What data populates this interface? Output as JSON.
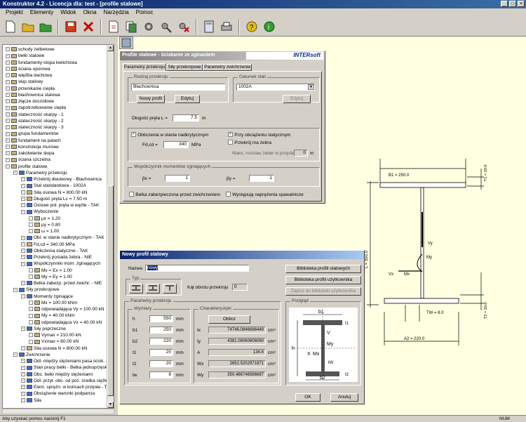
{
  "app": {
    "title": "Konstruktor 4.2 - Licencja dla: test - [profile stalowe]"
  },
  "menu": [
    "Projekt",
    "Elementy",
    "Widok",
    "Okna",
    "Narzędzia",
    "Pomoc"
  ],
  "toolbar_icons": [
    "new-icon",
    "open-icon",
    "open-folder-icon",
    "save-icon",
    "delete-icon",
    "export-icon",
    "copy-icon",
    "settings-icon",
    "tools-icon",
    "delete-tools-icon",
    "calculator-icon",
    "print-icon",
    "help-icon",
    "info-icon"
  ],
  "status": {
    "hint": "Aby uzyskać pomoc naciśnij F1",
    "num": "NUM"
  },
  "tree": [
    {
      "t": "schody żelbetowe",
      "d": 0
    },
    {
      "t": "belki stalowe",
      "d": 0
    },
    {
      "t": "fundamenty-stopa kielichowa",
      "d": 0
    },
    {
      "t": "ściana oporowa",
      "d": 0
    },
    {
      "t": "więźba dachowa",
      "d": 0
    },
    {
      "t": "słup stalowy",
      "d": 0
    },
    {
      "t": "przenikanie ciepła",
      "d": 0
    },
    {
      "t": "blachownica stalowa",
      "d": 0
    },
    {
      "t": "złącze doczołowe",
      "d": 0
    },
    {
      "t": "zapotrzebowanie ciepła",
      "d": 0
    },
    {
      "t": "stateczność skarpy - 1",
      "d": 0
    },
    {
      "t": "stateczność skarpy - 2",
      "d": 0
    },
    {
      "t": "stateczność skarpy - 3",
      "d": 0
    },
    {
      "t": "grupa fundamentów",
      "d": 0
    },
    {
      "t": "fundament na palach",
      "d": 0
    },
    {
      "t": "konstrukcje murowe",
      "d": 0
    },
    {
      "t": "zakotwienie słupa",
      "d": 0
    },
    {
      "t": "ściana szczelna",
      "d": 0
    },
    {
      "t": "profile stalowe",
      "d": 0
    },
    {
      "t": "Parametry przekroju",
      "d": 1
    },
    {
      "t": "Przekrój dwuteowy - Blachownica",
      "d": 2
    },
    {
      "t": "Stal standardowa - 1002A",
      "d": 2
    },
    {
      "t": "Siła osiowa N = 800.00 kN",
      "d": 2
    },
    {
      "t": "Długość pręta Lc = 7.50 m",
      "d": 2
    },
    {
      "t": "Osiowe poł. pręta w węźle - TAK",
      "d": 2
    },
    {
      "t": "Wyboczenie",
      "d": 2
    },
    {
      "t": "μx = 1.20",
      "d": 3
    },
    {
      "t": "μy = 0.80",
      "d": 3
    },
    {
      "t": "ω = 1.00",
      "d": 3
    },
    {
      "t": "Obl. w stanie nadkrytycznym - TAK",
      "d": 2
    },
    {
      "t": "Fd,cd = 340.00 MPa",
      "d": 2
    },
    {
      "t": "Obliczenia statyczne - TAK",
      "d": 2
    },
    {
      "t": "Przekrój posiada żebra - NIE",
      "d": 2
    },
    {
      "t": "Współczynniki mom. zginających",
      "d": 2
    },
    {
      "t": "Mx = Ex = 1.00",
      "d": 3
    },
    {
      "t": "My = Ey = 1.00",
      "d": 3
    },
    {
      "t": "Belka zabezp. przed zwichr. - NIE",
      "d": 2
    },
    {
      "t": "Siły przekrojowe",
      "d": 1
    },
    {
      "t": "Momenty zginające",
      "d": 2
    },
    {
      "t": "Mx = 100.00 kNm",
      "d": 3
    },
    {
      "t": "odpowiadająca Vy = 100.00 kN",
      "d": 3
    },
    {
      "t": "My = 40.00 kNm",
      "d": 3
    },
    {
      "t": "odpowiadająca Vx = 40.00 kN",
      "d": 3
    },
    {
      "t": "Siły poprzeczne",
      "d": 2
    },
    {
      "t": "Vymax = 210.00 kN",
      "d": 3
    },
    {
      "t": "Vxmax = 60.00 kN",
      "d": 3
    },
    {
      "t": "Siła osiowa N = 800.00 kN",
      "d": 2
    },
    {
      "t": "Zwichrzenie",
      "d": 1
    },
    {
      "t": "Odl. między stężeniami pasa ścisk. -",
      "d": 2
    },
    {
      "t": "Stan pracy belki - Belka jednoprzęsłowa",
      "d": 2
    },
    {
      "t": "Obc. belki między stężeniami",
      "d": 2
    },
    {
      "t": "Odl. przył. obc. od poz. środka ciężkości -",
      "d": 2
    },
    {
      "t": "Elem. sprężn. w końcach przęsła - TAK",
      "d": 2
    },
    {
      "t": "Obciążenie warunki podparcia",
      "d": 2
    },
    {
      "t": "Siła",
      "d": 2
    }
  ],
  "dlg_main": {
    "title": "Profile stalowe - ściskanie ze zginaniem",
    "brand": "INTERsoft",
    "tabs": [
      "Parametry przekroju",
      "Siły przekrojowe",
      "Parametry zwichrzenia"
    ],
    "sec_type_label": "Rodzaj przekroju",
    "sec_type_value": "Blachownica",
    "btn_new": "Nowy profil",
    "btn_edit": "Edytuj",
    "steel_label": "Gatunek stali",
    "steel_value": "1002A",
    "btn_edit2": "Edytuj",
    "length_label": "Długość pręta L =",
    "length_value": "7.5",
    "length_unit": "m",
    "chk_nadkryt": "Obliczenia w stanie nadkrytycznym",
    "chk_static": "Przy obciążeniu statycznym",
    "chk_ribs": "Przekrój ma żebra",
    "fd_label": "Fd,cd =",
    "fd_value": "340",
    "fd_unit": "MPa",
    "max_label": "Maks. rozstaw żeber w przęśle",
    "max_value": "0",
    "max_unit": "m",
    "coef_label": "Współczynnik momentów zginających",
    "bx_label": "βx =",
    "bx_value": "1",
    "by_label": "βy =",
    "by_value": "1",
    "chk_belka": "Belka zabezpieczona przed zwichrzeniem",
    "chk_weld": "Występują naprężenia spawalnicze"
  },
  "dlg_new": {
    "title": "Nowy profil stalowy",
    "name_label": "Nazwa",
    "name_value": "nowy",
    "type_label": "Typ",
    "angle_label": "Kąt obrotu przekroju",
    "angle_value": "0",
    "btn_lib": "Biblioteka profili stalowych",
    "btn_lib_user": "Biblioteka profili użytkownika",
    "btn_save_lib": "Zapisz do biblioteki użytkownika",
    "params_title": "Parametry przekroju",
    "dims_title": "Wymiary",
    "chars_title": "Charakterystyki",
    "preview_title": "Podgląd",
    "dims": [
      {
        "l": "h",
        "v": "550",
        "u": "mm"
      },
      {
        "l": "b1",
        "v": "250",
        "u": "mm"
      },
      {
        "l": "b2",
        "v": "220",
        "u": "mm"
      },
      {
        "l": "t1",
        "v": "20",
        "u": "mm"
      },
      {
        "l": "t2",
        "v": "20",
        "u": "mm"
      },
      {
        "l": "tw",
        "v": "8",
        "u": "mm"
      }
    ],
    "btn_calc": "Oblicz",
    "chars": [
      {
        "l": "Ix",
        "v": "74746.0846686449",
        "u": "cm⁴"
      },
      {
        "l": "Iy",
        "v": "4381.06060606060",
        "u": "cm⁴"
      },
      {
        "l": "A",
        "v": "134.8",
        "u": "cm²"
      },
      {
        "l": "Wx",
        "v": "2652.5202971871",
        "u": "cm³"
      },
      {
        "l": "Wy",
        "v": "350.486746586687",
        "u": "cm³"
      }
    ],
    "btn_ok": "OK",
    "btn_cancel": "Anuluj"
  },
  "preview_labels": {
    "b1": "b1",
    "b2": "b2",
    "h": "h",
    "v": "V",
    "my": "My",
    "x": "X",
    "mx": "Mx",
    "tw": "tW",
    "t1": "t1",
    "t2": "t2"
  },
  "drawing": {
    "b1": "B1 = 250.0",
    "t1": "T1 = 20.0",
    "l": "L = 550.0",
    "t2": "T2 = 20.0",
    "tw": "TW = 8.0",
    "b2": "A2 = 220.0",
    "vy": "Vy",
    "my": "My",
    "vx": "Vx",
    "mx": "Mx"
  }
}
